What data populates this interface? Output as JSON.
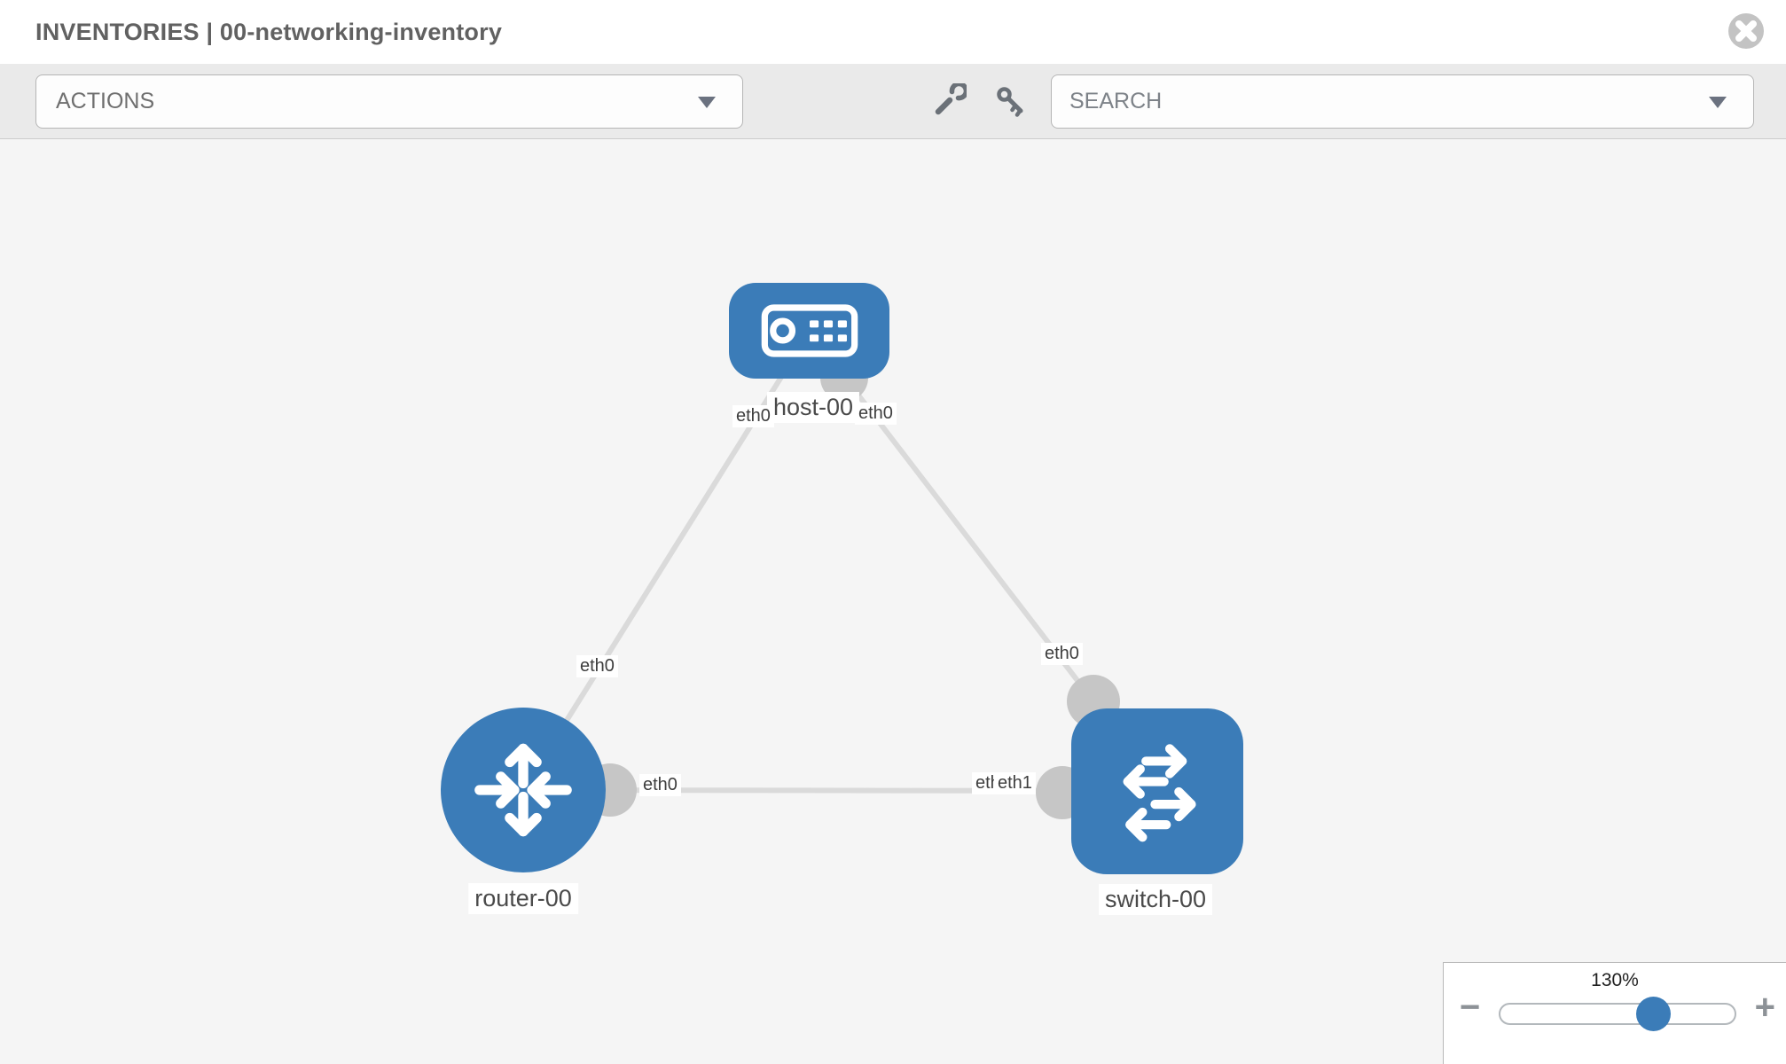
{
  "header": {
    "title": "INVENTORIES | 00-networking-inventory"
  },
  "toolbar": {
    "actions_label": "ACTIONS",
    "search_placeholder": "SEARCH",
    "icons": [
      "wrench-icon",
      "key-icon"
    ]
  },
  "diagram": {
    "nodes": {
      "host": {
        "label": "host-00",
        "type": "host"
      },
      "router": {
        "label": "router-00",
        "type": "router"
      },
      "switch": {
        "label": "switch-00",
        "type": "switch"
      }
    },
    "links": [
      {
        "from": "host-00",
        "to": "router-00",
        "from_interface": "eth0",
        "to_interface": "eth0"
      },
      {
        "from": "host-00",
        "to": "switch-00",
        "from_interface": "eth0",
        "to_interface": "eth0"
      },
      {
        "from": "router-00",
        "to": "switch-00",
        "from_interface": "eth0",
        "to_interface": "eth1"
      }
    ],
    "interface_labels": {
      "if_host_router": "eth0",
      "if_host_switch": "eth0",
      "if_router_host": "eth0",
      "if_router_switch": "eth0",
      "if_switch_router_under": "eth0",
      "if_switch_router": "eth1",
      "if_switch_host": "eth0"
    }
  },
  "zoom": {
    "level": "130%",
    "minus": "−",
    "plus": "+"
  },
  "colors": {
    "node_blue": "#3b7cb8",
    "link_gray": "#dadada",
    "connector_gray": "#c6c6c6",
    "canvas_bg": "#f5f5f5",
    "toolbar_bg": "#eaeaea"
  }
}
